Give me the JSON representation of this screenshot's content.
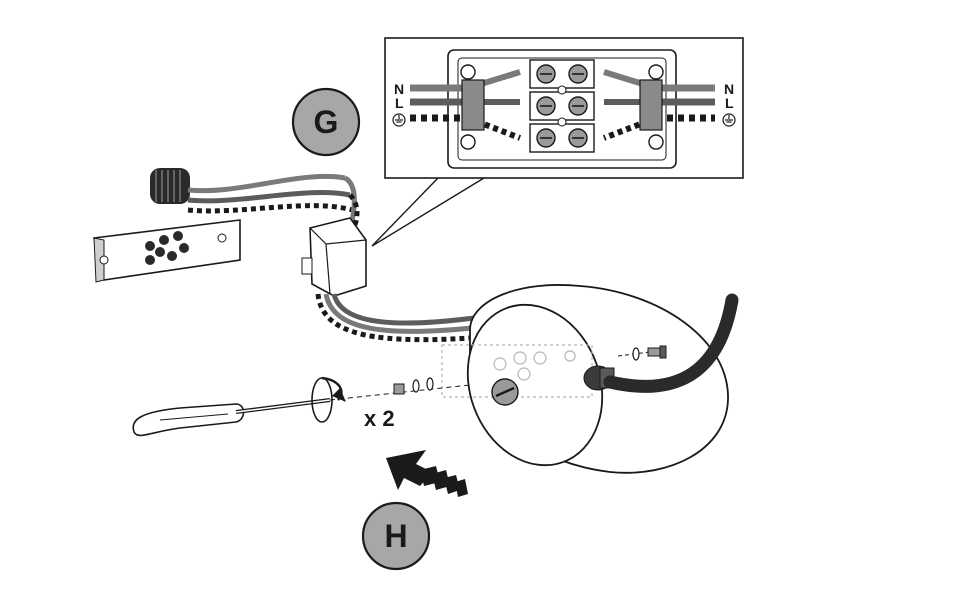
{
  "steps": {
    "g": {
      "letter": "G"
    },
    "h": {
      "letter": "H"
    }
  },
  "inset": {
    "left_labels": {
      "n": "N",
      "l": "L"
    },
    "right_labels": {
      "n": "N",
      "l": "L"
    }
  },
  "multiplier": "x 2",
  "colors": {
    "step_badge_fill": "#a7a7a7",
    "outline": "#1a1a1a",
    "wire_brown": "#7a7a7a",
    "wire_blue": "#5c5c5c",
    "wire_earth": "#ffffff",
    "cable": "#2a2a2a"
  }
}
